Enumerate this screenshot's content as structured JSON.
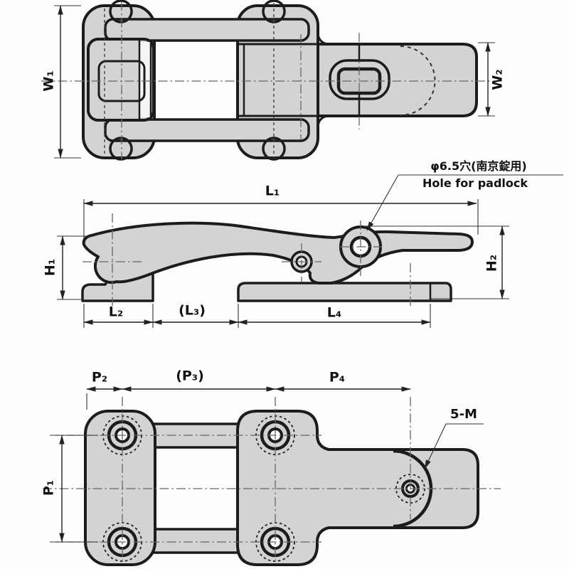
{
  "colors": {
    "part_fill": "#d3d3d3",
    "line": "#1c1c1c",
    "background": "#ffffff"
  },
  "views": {
    "top": {
      "labels": {
        "w1": "W₁",
        "w2": "W₂"
      }
    },
    "side": {
      "labels": {
        "l1": "L₁",
        "h1": "H₁",
        "h2": "H₂",
        "l2": "L₂",
        "l3": "(L₃)",
        "l4": "L₄"
      },
      "callout": {
        "jp": "φ6.5穴(南京錠用)",
        "en": "Hole for padlock"
      }
    },
    "bottom": {
      "labels": {
        "p1": "P₁",
        "p2": "P₂",
        "p3": "(P₃)",
        "p4": "P₄"
      },
      "callout": {
        "thread": "5-M"
      }
    }
  }
}
